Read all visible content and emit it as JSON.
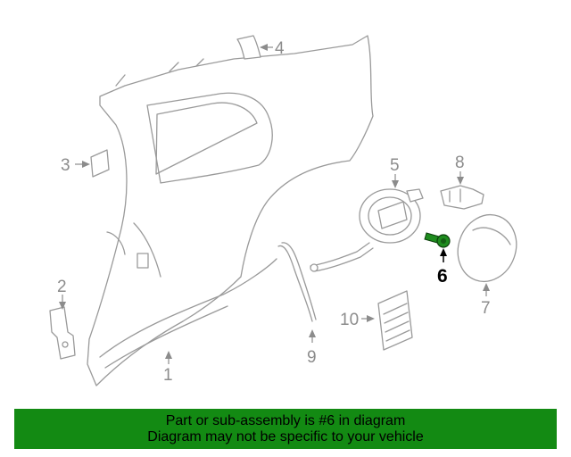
{
  "colors": {
    "banner_bg": "#138a13",
    "highlight_part": "#1e8c1e",
    "part_outline": "#9a9a9a",
    "callout": "#8c8c8c"
  },
  "callouts": [
    {
      "num": "1"
    },
    {
      "num": "2"
    },
    {
      "num": "3"
    },
    {
      "num": "4"
    },
    {
      "num": "5"
    },
    {
      "num": "6",
      "highlighted": true
    },
    {
      "num": "7"
    },
    {
      "num": "8"
    },
    {
      "num": "9"
    },
    {
      "num": "10"
    }
  ],
  "banner": {
    "line1": "Part or sub-assembly is #6 in diagram",
    "line2": "Diagram may not be specific to your vehicle"
  }
}
